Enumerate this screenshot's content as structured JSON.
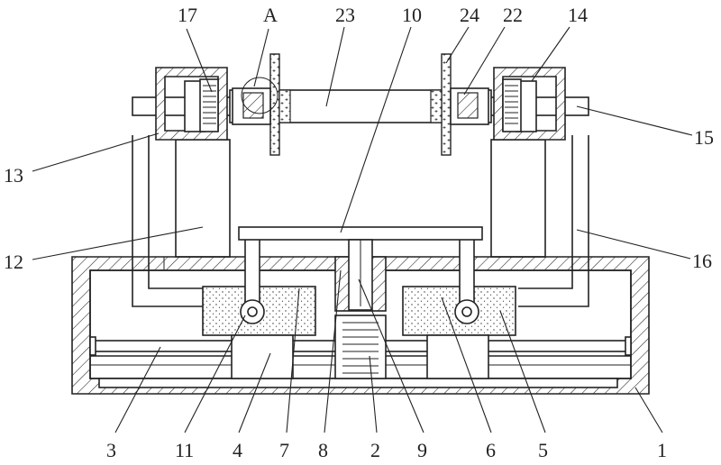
{
  "labels": {
    "l1": "1",
    "l2": "2",
    "l3": "3",
    "l4": "4",
    "l5": "5",
    "l6": "6",
    "l7": "7",
    "l8": "8",
    "l9": "9",
    "l10": "10",
    "l11": "11",
    "l12": "12",
    "l13": "13",
    "l14": "14",
    "l15": "15",
    "l16": "16",
    "l17": "17",
    "lA": "A",
    "l22": "22",
    "l23": "23",
    "l24": "24"
  }
}
